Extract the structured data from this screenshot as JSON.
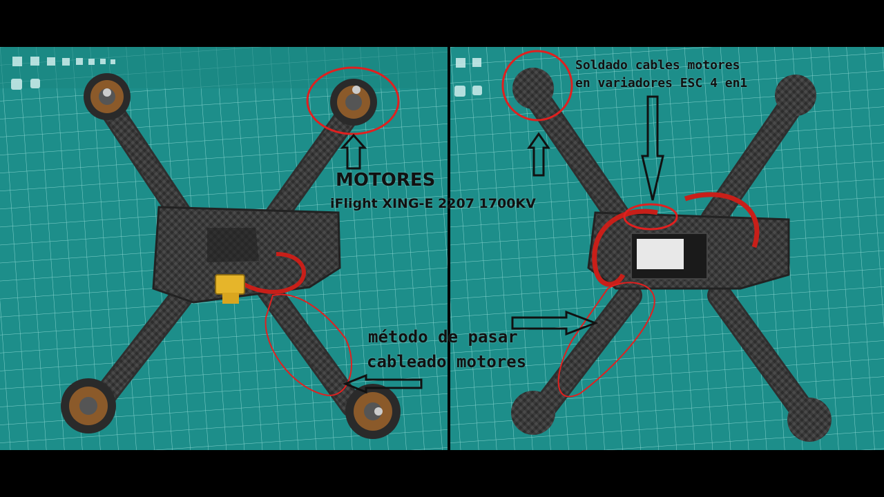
{
  "annotations": {
    "motors_title": "MOTORES",
    "motors_model": "iFlight XING-E 2207 1700KV",
    "wiring_line1": "método de pasar",
    "wiring_line2": "cableado motores",
    "solder_line1": "Soldado cables motores",
    "solder_line2": "en variadores ESC 4 en1"
  },
  "colors": {
    "mat": "#1f8f8c",
    "grid": "#7fd0cc",
    "carbon": "#3a3a3a",
    "circle": "#e0201f",
    "wire": "#d0201a",
    "connector": "#e8b82a"
  }
}
